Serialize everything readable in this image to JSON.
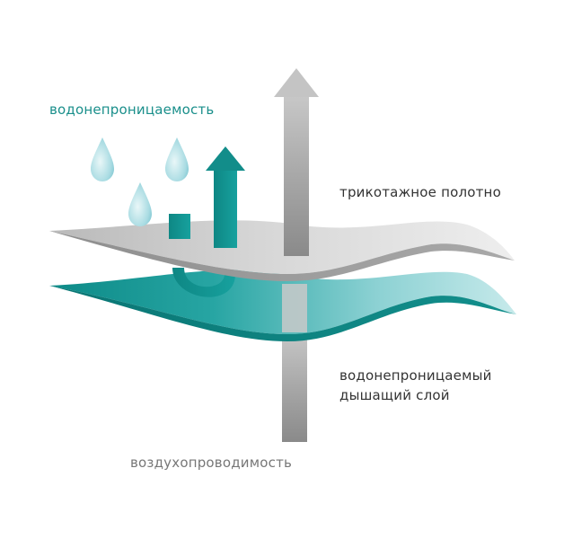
{
  "labels": {
    "waterproofness": "водонепроницаемость",
    "knit_fabric": "трикотажное полотно",
    "membrane_line1": "водонепроницаемый",
    "membrane_line2": "дышащий слой",
    "air_permeability": "воздухопроводимость"
  },
  "colors": {
    "teal": "#0f8f8c",
    "teal_light": "#8fd3d4",
    "gray_dark": "#8c8c8c",
    "gray_light": "#d9d9d9",
    "label_teal": "#1a8f8b",
    "label_dark": "#333333",
    "label_gray": "#777777",
    "drop": "#9fd6de"
  },
  "icons": {
    "drops": "water-drop-icon",
    "vapor_arrow": "vapor-arrow-up-icon",
    "air_arrow": "air-arrow-up-icon"
  }
}
